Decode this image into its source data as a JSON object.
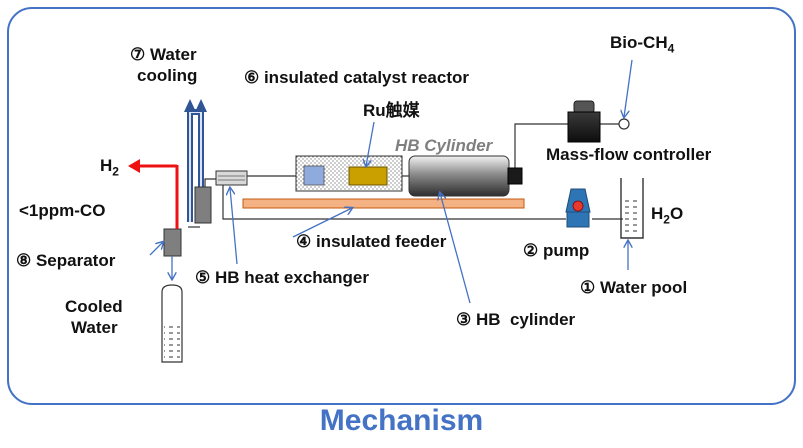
{
  "labels": {
    "water_cooling_line1": "⑦ Water",
    "water_cooling_line2": "cooling",
    "catalyst_reactor": "⑥ insulated catalyst reactor",
    "ru_catalyst": "Ru触媒",
    "hb_cylinder_italic": "HB Cylinder",
    "bio_ch4_main": "Bio-CH",
    "bio_ch4_sub": "4",
    "mass_flow": "Mass-flow controller",
    "h2_main": "H",
    "h2_sub": "2",
    "co_limit": "<1ppm-CO",
    "h2o_main": "H",
    "h2o_sub": "2",
    "h2o_tail": "O",
    "insulated_feeder": "④ insulated feeder",
    "pump": "② pump",
    "separator": "⑧ Separator",
    "heat_exchanger": "⑤ HB heat exchanger",
    "water_pool": "① Water pool",
    "cooled_water_line1": "Cooled",
    "cooled_water_line2": "Water",
    "hb_cylinder": "③ HB  cylinder"
  },
  "footer_title": "Mechanism",
  "colors": {
    "frame": "#4472c4",
    "arrow": "#4472c4",
    "h2_arrow": "#ee1111",
    "feeder": "#f4b183",
    "feeder_edge": "#c55a11",
    "ru_catalyst": "#c9a000",
    "pump": "#2e75b6",
    "pump_light": "#e63a2e",
    "footer": "#4472c4"
  }
}
